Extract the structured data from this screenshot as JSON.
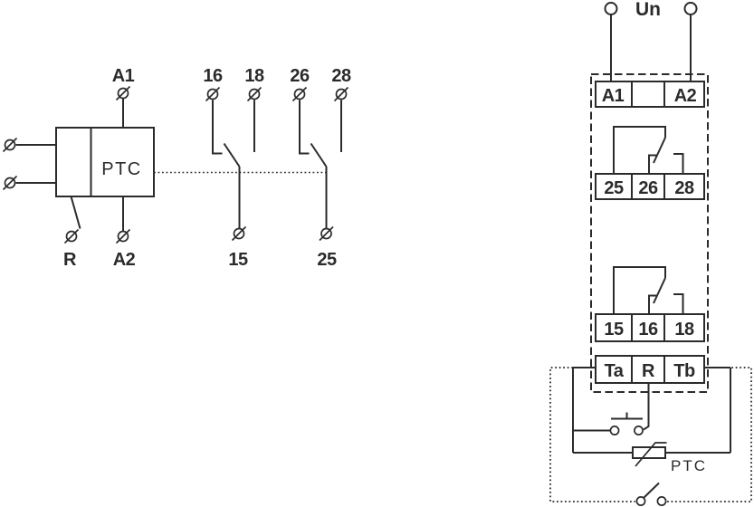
{
  "colors": {
    "ink": "#2b2b2b",
    "paper": "#ffffff"
  },
  "left_schematic": {
    "ptc_block_label": "PTC",
    "labels": {
      "a1": "A1",
      "a2": "A2",
      "r": "R",
      "c1_nc": "16",
      "c1_no": "18",
      "c1_com": "15",
      "c2_nc": "26",
      "c2_no": "28",
      "c2_com": "25"
    }
  },
  "right_wiring": {
    "supply_label": "Un",
    "rows": {
      "power": [
        "A1",
        "",
        "A2"
      ],
      "contact2": [
        "25",
        "26",
        "28"
      ],
      "contact1": [
        "15",
        "16",
        "18"
      ],
      "sensor": [
        "Ta",
        "R",
        "Tb"
      ]
    },
    "sensor_label": "PTC"
  }
}
